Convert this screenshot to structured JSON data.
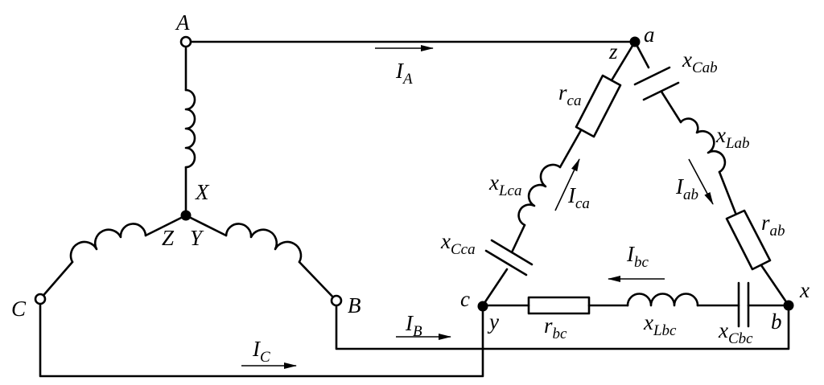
{
  "terminals": {
    "A": "A",
    "B": "B",
    "C": "C"
  },
  "star": {
    "X": "X",
    "Y": "Y",
    "Z": "Z"
  },
  "delta": {
    "a": "a",
    "b": "b",
    "c": "c",
    "x": "x",
    "y": "y",
    "z": "z"
  },
  "currents": {
    "IA": {
      "main": "I",
      "sub": "A"
    },
    "IB": {
      "main": "I",
      "sub": "B"
    },
    "IC": {
      "main": "I",
      "sub": "C"
    },
    "Iab": {
      "main": "I",
      "sub": "ab"
    },
    "Ibc": {
      "main": "I",
      "sub": "bc"
    },
    "Ica": {
      "main": "I",
      "sub": "ca"
    }
  },
  "components": {
    "xCab": {
      "main": "x",
      "sub": "Cab"
    },
    "xLab": {
      "main": "x",
      "sub": "Lab"
    },
    "rab": {
      "main": "r",
      "sub": "ab"
    },
    "rbc": {
      "main": "r",
      "sub": "bc"
    },
    "xLbc": {
      "main": "x",
      "sub": "Lbc"
    },
    "xCbc": {
      "main": "x",
      "sub": "Cbc"
    },
    "rca": {
      "main": "r",
      "sub": "ca"
    },
    "xLca": {
      "main": "x",
      "sub": "Lca"
    },
    "xCca": {
      "main": "x",
      "sub": "Cca"
    }
  }
}
